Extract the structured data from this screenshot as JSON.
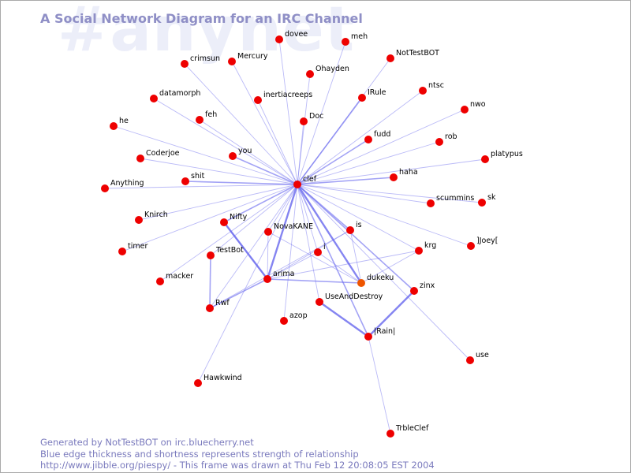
{
  "watermark": "#anynet",
  "title": "A Social Network Diagram for an IRC Channel",
  "footer": {
    "line1": "Generated by NotTestBOT on irc.bluecherry.net",
    "line2": "Blue edge thickness and shortness represents strength of relationship",
    "line3": "http://www.jibble.org/piespy/ - This frame was drawn at Thu Feb 12 20:08:05 EST 2004"
  },
  "colors": {
    "node": "#ee0000",
    "node_highlight": "#ee5500",
    "edge": "#6666ee",
    "title": "#8f8fc6",
    "watermark": "#eceef9"
  },
  "nodes": [
    {
      "name": "clef",
      "highlight": false
    },
    {
      "name": "dovee"
    },
    {
      "name": "meh"
    },
    {
      "name": "crimsun"
    },
    {
      "name": "Mercury"
    },
    {
      "name": "NotTestBOT"
    },
    {
      "name": "Ohayden"
    },
    {
      "name": "ntsc"
    },
    {
      "name": "IRule"
    },
    {
      "name": "datamorph"
    },
    {
      "name": "inertiacreeps"
    },
    {
      "name": "nwo"
    },
    {
      "name": "feh"
    },
    {
      "name": "Doc"
    },
    {
      "name": "he"
    },
    {
      "name": "fudd"
    },
    {
      "name": "rob"
    },
    {
      "name": "you"
    },
    {
      "name": "platypus"
    },
    {
      "name": "Coderjoe"
    },
    {
      "name": "haha"
    },
    {
      "name": "shit"
    },
    {
      "name": "Anything"
    },
    {
      "name": "scummins"
    },
    {
      "name": "sk"
    },
    {
      "name": "Knirch"
    },
    {
      "name": "Nifty"
    },
    {
      "name": "NovaKANE"
    },
    {
      "name": "is"
    },
    {
      "name": "]Joey["
    },
    {
      "name": "timer"
    },
    {
      "name": "TestBot"
    },
    {
      "name": "krg"
    },
    {
      "name": "i"
    },
    {
      "name": "macker"
    },
    {
      "name": "arima"
    },
    {
      "name": "dukeku",
      "highlight": true
    },
    {
      "name": "zinx"
    },
    {
      "name": "Rwf"
    },
    {
      "name": "UseAndDestroy"
    },
    {
      "name": "azop"
    },
    {
      "name": "|Rain|"
    },
    {
      "name": "use"
    },
    {
      "name": "Hawkwind"
    },
    {
      "name": "TrbleClef"
    }
  ],
  "edges": [
    {
      "source": "clef",
      "target": "dovee",
      "strength": 1
    },
    {
      "source": "clef",
      "target": "meh",
      "strength": 1
    },
    {
      "source": "clef",
      "target": "crimsun",
      "strength": 1
    },
    {
      "source": "clef",
      "target": "Mercury",
      "strength": 1
    },
    {
      "source": "clef",
      "target": "NotTestBOT",
      "strength": 1
    },
    {
      "source": "clef",
      "target": "Ohayden",
      "strength": 1
    },
    {
      "source": "clef",
      "target": "ntsc",
      "strength": 1
    },
    {
      "source": "clef",
      "target": "IRule",
      "strength": 2
    },
    {
      "source": "clef",
      "target": "datamorph",
      "strength": 1
    },
    {
      "source": "clef",
      "target": "inertiacreeps",
      "strength": 1
    },
    {
      "source": "clef",
      "target": "nwo",
      "strength": 1
    },
    {
      "source": "clef",
      "target": "feh",
      "strength": 1
    },
    {
      "source": "clef",
      "target": "Doc",
      "strength": 1
    },
    {
      "source": "clef",
      "target": "he",
      "strength": 1
    },
    {
      "source": "clef",
      "target": "fudd",
      "strength": 2
    },
    {
      "source": "clef",
      "target": "rob",
      "strength": 1
    },
    {
      "source": "clef",
      "target": "you",
      "strength": 2
    },
    {
      "source": "clef",
      "target": "platypus",
      "strength": 1
    },
    {
      "source": "clef",
      "target": "Coderjoe",
      "strength": 1
    },
    {
      "source": "clef",
      "target": "haha",
      "strength": 2
    },
    {
      "source": "clef",
      "target": "shit",
      "strength": 2
    },
    {
      "source": "clef",
      "target": "Anything",
      "strength": 1
    },
    {
      "source": "clef",
      "target": "scummins",
      "strength": 1
    },
    {
      "source": "clef",
      "target": "sk",
      "strength": 1
    },
    {
      "source": "clef",
      "target": "Knirch",
      "strength": 1
    },
    {
      "source": "clef",
      "target": "Nifty",
      "strength": 2
    },
    {
      "source": "clef",
      "target": "NovaKANE",
      "strength": 1
    },
    {
      "source": "clef",
      "target": "is",
      "strength": 2
    },
    {
      "source": "clef",
      "target": "]Joey[",
      "strength": 1
    },
    {
      "source": "clef",
      "target": "timer",
      "strength": 1
    },
    {
      "source": "clef",
      "target": "TestBot",
      "strength": 1
    },
    {
      "source": "clef",
      "target": "krg",
      "strength": 1
    },
    {
      "source": "clef",
      "target": "i",
      "strength": 1
    },
    {
      "source": "clef",
      "target": "macker",
      "strength": 1
    },
    {
      "source": "clef",
      "target": "arima",
      "strength": 3
    },
    {
      "source": "clef",
      "target": "dukeku",
      "strength": 3
    },
    {
      "source": "clef",
      "target": "zinx",
      "strength": 2
    },
    {
      "source": "clef",
      "target": "Rwf",
      "strength": 1
    },
    {
      "source": "clef",
      "target": "UseAndDestroy",
      "strength": 1
    },
    {
      "source": "clef",
      "target": "azop",
      "strength": 1
    },
    {
      "source": "clef",
      "target": "|Rain|",
      "strength": 2
    },
    {
      "source": "clef",
      "target": "use",
      "strength": 1
    },
    {
      "source": "clef",
      "target": "Hawkwind",
      "strength": 1
    },
    {
      "source": "Nifty",
      "target": "arima",
      "strength": 3
    },
    {
      "source": "NovaKANE",
      "target": "arima",
      "strength": 1
    },
    {
      "source": "NovaKANE",
      "target": "dukeku",
      "strength": 1
    },
    {
      "source": "TestBot",
      "target": "Rwf",
      "strength": 2
    },
    {
      "source": "arima",
      "target": "Rwf",
      "strength": 2
    },
    {
      "source": "arima",
      "target": "dukeku",
      "strength": 2
    },
    {
      "source": "arima",
      "target": "is",
      "strength": 1
    },
    {
      "source": "arima",
      "target": "i",
      "strength": 1
    },
    {
      "source": "arima",
      "target": "krg",
      "strength": 1
    },
    {
      "source": "arima",
      "target": "Nifty",
      "strength": 1
    },
    {
      "source": "is",
      "target": "dukeku",
      "strength": 1
    },
    {
      "source": "is",
      "target": "Rwf",
      "strength": 1
    },
    {
      "source": "UseAndDestroy",
      "target": "|Rain|",
      "strength": 3
    },
    {
      "source": "zinx",
      "target": "|Rain|",
      "strength": 3
    },
    {
      "source": "|Rain|",
      "target": "TrbleClef",
      "strength": 1
    },
    {
      "source": "dukeku",
      "target": "krg",
      "strength": 1
    },
    {
      "source": "i",
      "target": "dukeku",
      "strength": 1
    }
  ]
}
